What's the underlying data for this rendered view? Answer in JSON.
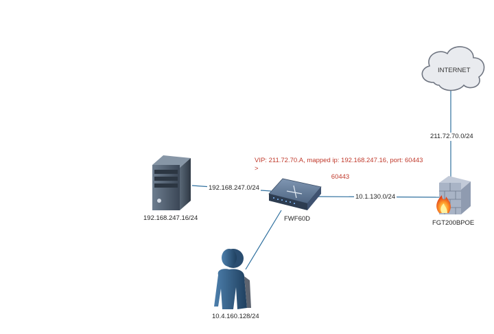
{
  "colors": {
    "link": "#2e6f9e",
    "note": "#c0392b",
    "server": "#4a5a6c",
    "person": "#34608a",
    "cloud_fill": "#e9ebef",
    "firewall_brick": "#a9b4c6"
  },
  "cloud": {
    "label": "INTERNET",
    "icon": "cloud-icon"
  },
  "links": {
    "internet_fgt": "211.72.70.0/24",
    "server_switch": "192.168.247.0/24",
    "switch_fgt": "10.1.130.0/24"
  },
  "devices": {
    "server": {
      "label": "192.168.247.16/24",
      "icon": "server-icon"
    },
    "switch": {
      "label": "FWF60D",
      "icon": "switch-icon"
    },
    "firewall": {
      "label": "FGT200BPOE",
      "icon": "firewall-icon"
    },
    "user": {
      "label": "10.4.160.128/24",
      "icon": "user-icon"
    }
  },
  "annotation": {
    "line1": "VIP: 211.72.70.A,  mapped ip: 192.168.247.16, port: 60443 >",
    "line2": "60443"
  }
}
